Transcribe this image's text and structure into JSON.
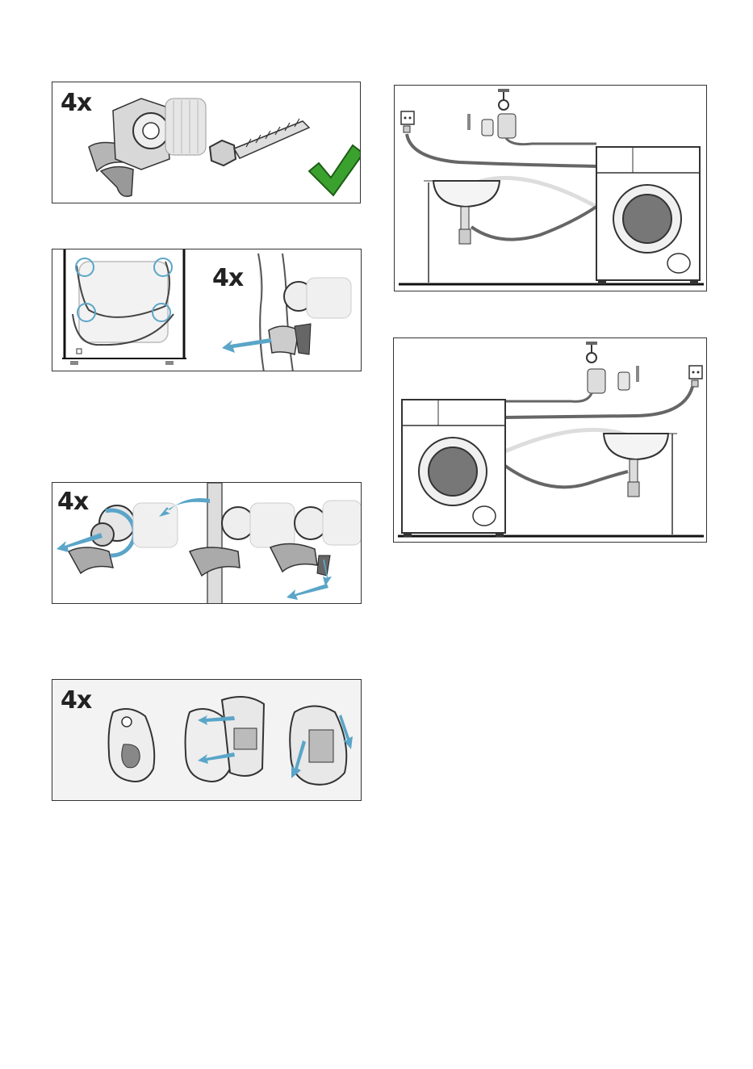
{
  "panels": {
    "p1": {
      "count_label": "4x"
    },
    "p2": {
      "count_label": "4x"
    },
    "p3": {
      "count_label": "4x"
    },
    "p4": {
      "count_label": "4x"
    }
  },
  "colors": {
    "frame": "#333333",
    "arrow_blue": "#5aa5c8",
    "check_green": "#3aa12e",
    "part_gray": "#b5b5b5",
    "dark_gray": "#555555"
  },
  "icons": [
    "transport-bolt-icon",
    "check-icon",
    "hose-clip-icon",
    "cover-cap-icon",
    "washing-machine-icon",
    "tap-icon",
    "socket-icon",
    "sink-icon"
  ]
}
